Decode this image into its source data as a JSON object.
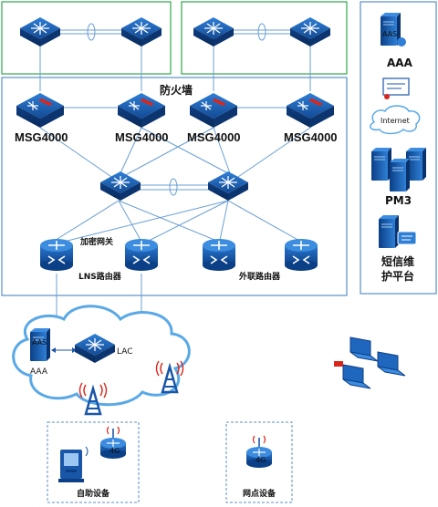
{
  "labels": {
    "firewall_title": "防火墙",
    "msg_1": "MSG4000",
    "msg_2": "MSG4000",
    "msg_3": "MSG4000",
    "msg_4": "MSG4000",
    "encrypt_gateway": "加密网关",
    "lns_router": "LNS路由器",
    "external_router": "外联路由器",
    "aaa_cloud": "AAA",
    "lac": "LAC",
    "self_service_device": "自助设备",
    "branch_device": "网点设备",
    "side_aaa": "AAA",
    "side_internet": "Internet",
    "side_pm3": "PM3",
    "side_sms_line1": "短信维",
    "side_sms_line2": "护平台",
    "aaa_server_tag": "AAS",
    "aaa_cloud_tag": "AAS",
    "lte_tag_1": "4G",
    "lte_tag_2": "4G"
  },
  "colors": {
    "device_blue": "#1a56a8",
    "device_dark": "#0d3b7a",
    "green_frame": "#2ea84a",
    "blue_frame": "#5b8fc7",
    "line": "#6a9fd4",
    "cloud": "#5aa9e6",
    "firewall_red": "#d9261c"
  },
  "icons": {
    "core_switch": "layer3-switch-icon",
    "firewall": "msg-firewall-icon",
    "router": "router-icon",
    "server": "server-icon",
    "internet": "cloud-icon",
    "laptop": "laptop-icon",
    "antenna": "radio-tower-icon",
    "atm": "atm-kiosk-icon"
  }
}
